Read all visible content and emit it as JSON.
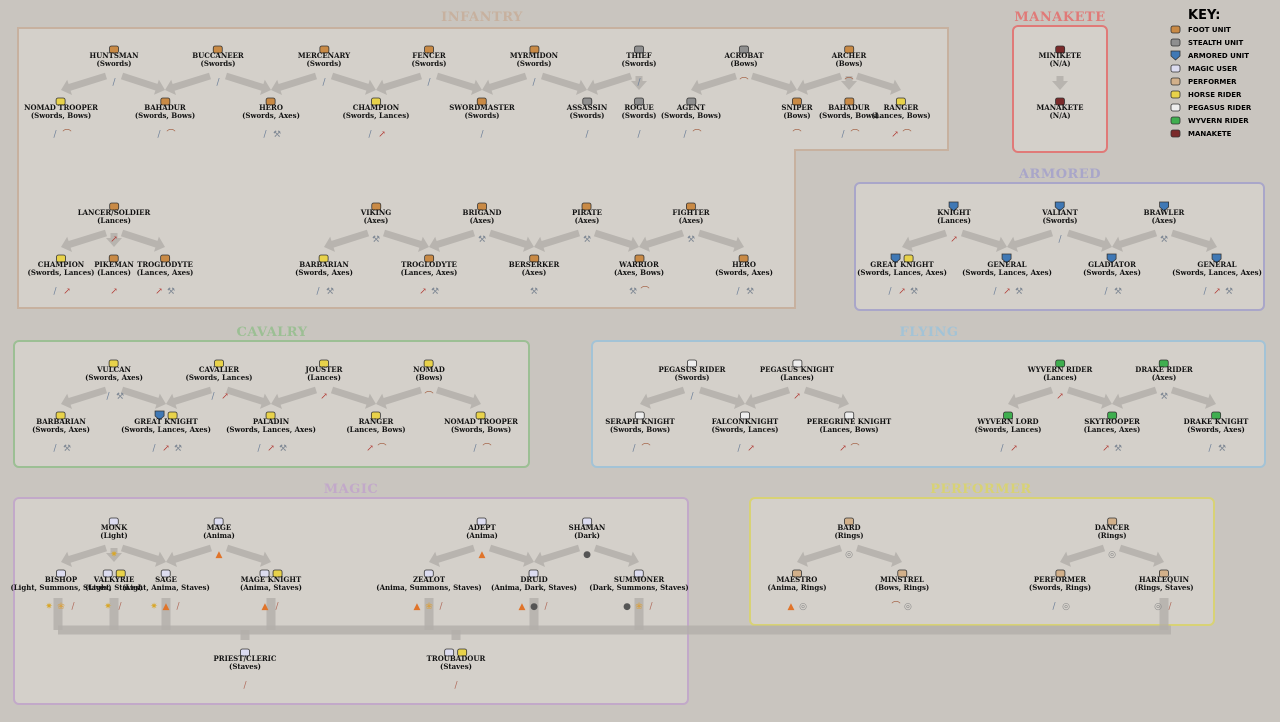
{
  "key": {
    "title": "KEY:",
    "items": [
      {
        "label": "FOOT UNIT",
        "icon": "foot"
      },
      {
        "label": "STEALTH UNIT",
        "icon": "stealth"
      },
      {
        "label": "ARMORED UNIT",
        "icon": "armored"
      },
      {
        "label": "MAGIC USER",
        "icon": "magic"
      },
      {
        "label": "PERFORMER",
        "icon": "performer"
      },
      {
        "label": "HORSE RIDER",
        "icon": "horse"
      },
      {
        "label": "PEGASUS RIDER",
        "icon": "pegasus"
      },
      {
        "label": "WYVERN RIDER",
        "icon": "wyvern"
      },
      {
        "label": "MANAKETE",
        "icon": "manakete"
      }
    ]
  },
  "colors": {
    "infantry": "#c7b19f",
    "manakete": "#e07a78",
    "armored": "#a9a6c9",
    "cavalry": "#9cbf94",
    "flying": "#a3c3d6",
    "magic": "#c2a9c9",
    "performer": "#d8d275",
    "arrow": "#b3afaa"
  },
  "panels": {
    "infantry": {
      "title": "INFANTRY"
    },
    "manakete": {
      "title": "MANAKETE"
    },
    "armored": {
      "title": "ARMORED"
    },
    "cavalry": {
      "title": "CAVALRY"
    },
    "flying": {
      "title": "FLYING"
    },
    "magic": {
      "title": "MAGIC"
    },
    "performer": {
      "title": "PERFORMER"
    }
  },
  "units": [
    {
      "name": "HUNTSMAN",
      "weapons": "(Swords)",
      "icon": "foot",
      "w": [
        "sword"
      ]
    },
    {
      "name": "BUCCANEER",
      "weapons": "(Swords)",
      "icon": "foot",
      "w": [
        "sword"
      ]
    },
    {
      "name": "MERCENARY",
      "weapons": "(Swords)",
      "icon": "foot",
      "w": [
        "sword"
      ]
    },
    {
      "name": "FENCER",
      "weapons": "(Swords)",
      "icon": "foot",
      "w": [
        "sword"
      ]
    },
    {
      "name": "MYRMIDON",
      "weapons": "(Swords)",
      "icon": "foot",
      "w": [
        "sword"
      ]
    },
    {
      "name": "THIEF",
      "weapons": "(Swords)",
      "icon": "stealth",
      "w": [
        "sword"
      ]
    },
    {
      "name": "ACROBAT",
      "weapons": "(Bows)",
      "icon": "stealth",
      "w": [
        "bow"
      ]
    },
    {
      "name": "ARCHER",
      "weapons": "(Bows)",
      "icon": "foot",
      "w": [
        "bow"
      ]
    },
    {
      "name": "NOMAD TROOPER",
      "weapons": "(Swords, Bows)",
      "icon": "horse",
      "w": [
        "sword",
        "bow"
      ]
    },
    {
      "name": "BAHADUR",
      "weapons": "(Swords, Bows)",
      "icon": "foot",
      "w": [
        "sword",
        "bow"
      ]
    },
    {
      "name": "HERO",
      "weapons": "(Swords, Axes)",
      "icon": "foot",
      "w": [
        "sword",
        "axe"
      ]
    },
    {
      "name": "CHAMPION",
      "weapons": "(Swords, Lances)",
      "icon": "horse",
      "w": [
        "sword",
        "lance"
      ]
    },
    {
      "name": "SWORDMASTER",
      "weapons": "(Swords)",
      "icon": "foot",
      "w": [
        "sword"
      ]
    },
    {
      "name": "ASSASSIN",
      "weapons": "(Swords)",
      "icon": "stealth",
      "w": [
        "sword"
      ]
    },
    {
      "name": "ROGUE",
      "weapons": "(Swords)",
      "icon": "stealth",
      "w": [
        "sword"
      ]
    },
    {
      "name": "AGENT",
      "weapons": "(Swords, Bows)",
      "icon": "stealth",
      "w": [
        "sword",
        "bow"
      ]
    },
    {
      "name": "SNIPER",
      "weapons": "(Bows)",
      "icon": "foot",
      "w": [
        "bow"
      ]
    },
    {
      "name": "BAHADUR",
      "weapons": "(Swords, Bows)",
      "icon": "foot",
      "w": [
        "sword",
        "bow"
      ]
    },
    {
      "name": "RANGER",
      "weapons": "(Lances, Bows)",
      "icon": "horse",
      "w": [
        "lance",
        "bow"
      ]
    },
    {
      "name": "LANCER/SOLDIER",
      "weapons": "(Lances)",
      "icon": "foot",
      "w": [
        "lance"
      ]
    },
    {
      "name": "CHAMPION",
      "weapons": "(Swords, Lances)",
      "icon": "horse",
      "w": [
        "sword",
        "lance"
      ]
    },
    {
      "name": "PIKEMAN",
      "weapons": "(Lances)",
      "icon": "foot",
      "w": [
        "lance"
      ]
    },
    {
      "name": "TROGLODYTE",
      "weapons": "(Lances, Axes)",
      "icon": "foot",
      "w": [
        "lance",
        "axe"
      ]
    },
    {
      "name": "VIKING",
      "weapons": "(Axes)",
      "icon": "foot",
      "w": [
        "axe"
      ]
    },
    {
      "name": "BRIGAND",
      "weapons": "(Axes)",
      "icon": "foot",
      "w": [
        "axe"
      ]
    },
    {
      "name": "PIRATE",
      "weapons": "(Axes)",
      "icon": "foot",
      "w": [
        "axe"
      ]
    },
    {
      "name": "FIGHTER",
      "weapons": "(Axes)",
      "icon": "foot",
      "w": [
        "axe"
      ]
    },
    {
      "name": "BARBARIAN",
      "weapons": "(Swords, Axes)",
      "icon": "horse",
      "w": [
        "sword",
        "axe"
      ]
    },
    {
      "name": "TROGLODYTE",
      "weapons": "(Lances, Axes)",
      "icon": "foot",
      "w": [
        "lance",
        "axe"
      ]
    },
    {
      "name": "BERSERKER",
      "weapons": "(Axes)",
      "icon": "foot",
      "w": [
        "axe"
      ]
    },
    {
      "name": "WARRIOR",
      "weapons": "(Axes, Bows)",
      "icon": "foot",
      "w": [
        "axe",
        "bow"
      ]
    },
    {
      "name": "HERO",
      "weapons": "(Swords, Axes)",
      "icon": "foot",
      "w": [
        "sword",
        "axe"
      ]
    },
    {
      "name": "MINIKETE",
      "weapons": "(N/A)",
      "icon": "manakete",
      "w": []
    },
    {
      "name": "MANAKETE",
      "weapons": "(N/A)",
      "icon": "manakete",
      "w": []
    },
    {
      "name": "KNIGHT",
      "weapons": "(Lances)",
      "icon": "armored",
      "w": [
        "lance"
      ]
    },
    {
      "name": "VALIANT",
      "weapons": "(Swords)",
      "icon": "armored",
      "w": [
        "sword"
      ]
    },
    {
      "name": "BRAWLER",
      "weapons": "(Axes)",
      "icon": "armored",
      "w": [
        "axe"
      ]
    },
    {
      "name": "GREAT KNIGHT",
      "weapons": "(Swords, Lances, Axes)",
      "icon": "armored+horse",
      "w": [
        "sword",
        "lance",
        "axe"
      ]
    },
    {
      "name": "GENERAL",
      "weapons": "(Swords, Lances, Axes)",
      "icon": "armored",
      "w": [
        "sword",
        "lance",
        "axe"
      ]
    },
    {
      "name": "GLADIATOR",
      "weapons": "(Swords, Axes)",
      "icon": "armored",
      "w": [
        "sword",
        "axe"
      ]
    },
    {
      "name": "GENERAL",
      "weapons": "(Swords, Lances, Axes)",
      "icon": "armored",
      "w": [
        "sword",
        "lance",
        "axe"
      ]
    },
    {
      "name": "VULCAN",
      "weapons": "(Swords, Axes)",
      "icon": "horse",
      "w": [
        "sword",
        "axe"
      ]
    },
    {
      "name": "CAVALIER",
      "weapons": "(Swords, Lances)",
      "icon": "horse",
      "w": [
        "sword",
        "lance"
      ]
    },
    {
      "name": "JOUSTER",
      "weapons": "(Lances)",
      "icon": "horse",
      "w": [
        "lance"
      ]
    },
    {
      "name": "NOMAD",
      "weapons": "(Bows)",
      "icon": "horse",
      "w": [
        "bow"
      ]
    },
    {
      "name": "BARBARIAN",
      "weapons": "(Swords, Axes)",
      "icon": "horse",
      "w": [
        "sword",
        "axe"
      ]
    },
    {
      "name": "GREAT KNIGHT",
      "weapons": "(Swords, Lances, Axes)",
      "icon": "armored+horse",
      "w": [
        "sword",
        "lance",
        "axe"
      ]
    },
    {
      "name": "PALADIN",
      "weapons": "(Swords, Lances, Axes)",
      "icon": "horse",
      "w": [
        "sword",
        "lance",
        "axe"
      ]
    },
    {
      "name": "RANGER",
      "weapons": "(Lances, Bows)",
      "icon": "horse",
      "w": [
        "lance",
        "bow"
      ]
    },
    {
      "name": "NOMAD TROOPER",
      "weapons": "(Swords, Bows)",
      "icon": "horse",
      "w": [
        "sword",
        "bow"
      ]
    },
    {
      "name": "PEGASUS RIDER",
      "weapons": "(Swords)",
      "icon": "pegasus",
      "w": [
        "sword"
      ]
    },
    {
      "name": "PEGASUS KNIGHT",
      "weapons": "(Lances)",
      "icon": "pegasus",
      "w": [
        "lance"
      ]
    },
    {
      "name": "SERAPH KNIGHT",
      "weapons": "(Swords, Bows)",
      "icon": "pegasus",
      "w": [
        "sword",
        "bow"
      ]
    },
    {
      "name": "FALCONKNIGHT",
      "weapons": "(Swords, Lances)",
      "icon": "pegasus",
      "w": [
        "sword",
        "lance"
      ]
    },
    {
      "name": "PEREGRINE KNIGHT",
      "weapons": "(Lances, Bows)",
      "icon": "pegasus",
      "w": [
        "lance",
        "bow"
      ]
    },
    {
      "name": "WYVERN RIDER",
      "weapons": "(Lances)",
      "icon": "wyvern",
      "w": [
        "lance"
      ]
    },
    {
      "name": "DRAKE RIDER",
      "weapons": "(Axes)",
      "icon": "wyvern",
      "w": [
        "axe"
      ]
    },
    {
      "name": "WYVERN LORD",
      "weapons": "(Swords, Lances)",
      "icon": "wyvern",
      "w": [
        "sword",
        "lance"
      ]
    },
    {
      "name": "SKYTROOPER",
      "weapons": "(Lances, Axes)",
      "icon": "wyvern",
      "w": [
        "lance",
        "axe"
      ]
    },
    {
      "name": "DRAKE KNIGHT",
      "weapons": "(Swords, Axes)",
      "icon": "wyvern",
      "w": [
        "sword",
        "axe"
      ]
    },
    {
      "name": "MONK",
      "weapons": "(Light)",
      "icon": "magic",
      "w": [
        "light"
      ]
    },
    {
      "name": "MAGE",
      "weapons": "(Anima)",
      "icon": "magic",
      "w": [
        "anima"
      ]
    },
    {
      "name": "ADEPT",
      "weapons": "(Anima)",
      "icon": "magic",
      "w": [
        "anima"
      ]
    },
    {
      "name": "SHAMAN",
      "weapons": "(Dark)",
      "icon": "magic",
      "w": [
        "dark"
      ]
    },
    {
      "name": "BISHOP",
      "weapons": "(Light, Summons, Staves)",
      "icon": "magic",
      "w": [
        "light",
        "summon",
        "staff"
      ]
    },
    {
      "name": "VALKYRIE",
      "weapons": "(Light, Staves)",
      "icon": "magic+horse",
      "w": [
        "light",
        "staff"
      ]
    },
    {
      "name": "SAGE",
      "weapons": "(Light, Anima, Staves)",
      "icon": "magic",
      "w": [
        "light",
        "anima",
        "staff"
      ]
    },
    {
      "name": "MAGE KNIGHT",
      "weapons": "(Anima, Staves)",
      "icon": "magic+horse",
      "w": [
        "anima",
        "staff"
      ]
    },
    {
      "name": "ZEALOT",
      "weapons": "(Anima, Summons, Staves)",
      "icon": "magic",
      "w": [
        "anima",
        "summon",
        "staff"
      ]
    },
    {
      "name": "DRUID",
      "weapons": "(Anima, Dark, Staves)",
      "icon": "magic",
      "w": [
        "anima",
        "dark",
        "staff"
      ]
    },
    {
      "name": "SUMMONER",
      "weapons": "(Dark, Summons, Staves)",
      "icon": "magic",
      "w": [
        "dark",
        "summon",
        "staff"
      ]
    },
    {
      "name": "PRIEST/CLERIC",
      "weapons": "(Staves)",
      "icon": "magic",
      "w": [
        "staff"
      ]
    },
    {
      "name": "TROUBADOUR",
      "weapons": "(Staves)",
      "icon": "magic+horse",
      "w": [
        "staff"
      ]
    },
    {
      "name": "BARD",
      "weapons": "(Rings)",
      "icon": "performer",
      "w": [
        "ring"
      ]
    },
    {
      "name": "DANCER",
      "weapons": "(Rings)",
      "icon": "performer",
      "w": [
        "ring"
      ]
    },
    {
      "name": "MAESTRO",
      "weapons": "(Anima, Rings)",
      "icon": "performer",
      "w": [
        "anima",
        "ring"
      ]
    },
    {
      "name": "MINSTREL",
      "weapons": "(Bows, Rings)",
      "icon": "performer",
      "w": [
        "bow",
        "ring"
      ]
    },
    {
      "name": "PERFORMER",
      "weapons": "(Swords, Rings)",
      "icon": "performer",
      "w": [
        "sword",
        "ring"
      ]
    },
    {
      "name": "HARLEQUIN",
      "weapons": "(Rings, Staves)",
      "icon": "performer",
      "w": [
        "ring",
        "staff"
      ]
    }
  ]
}
